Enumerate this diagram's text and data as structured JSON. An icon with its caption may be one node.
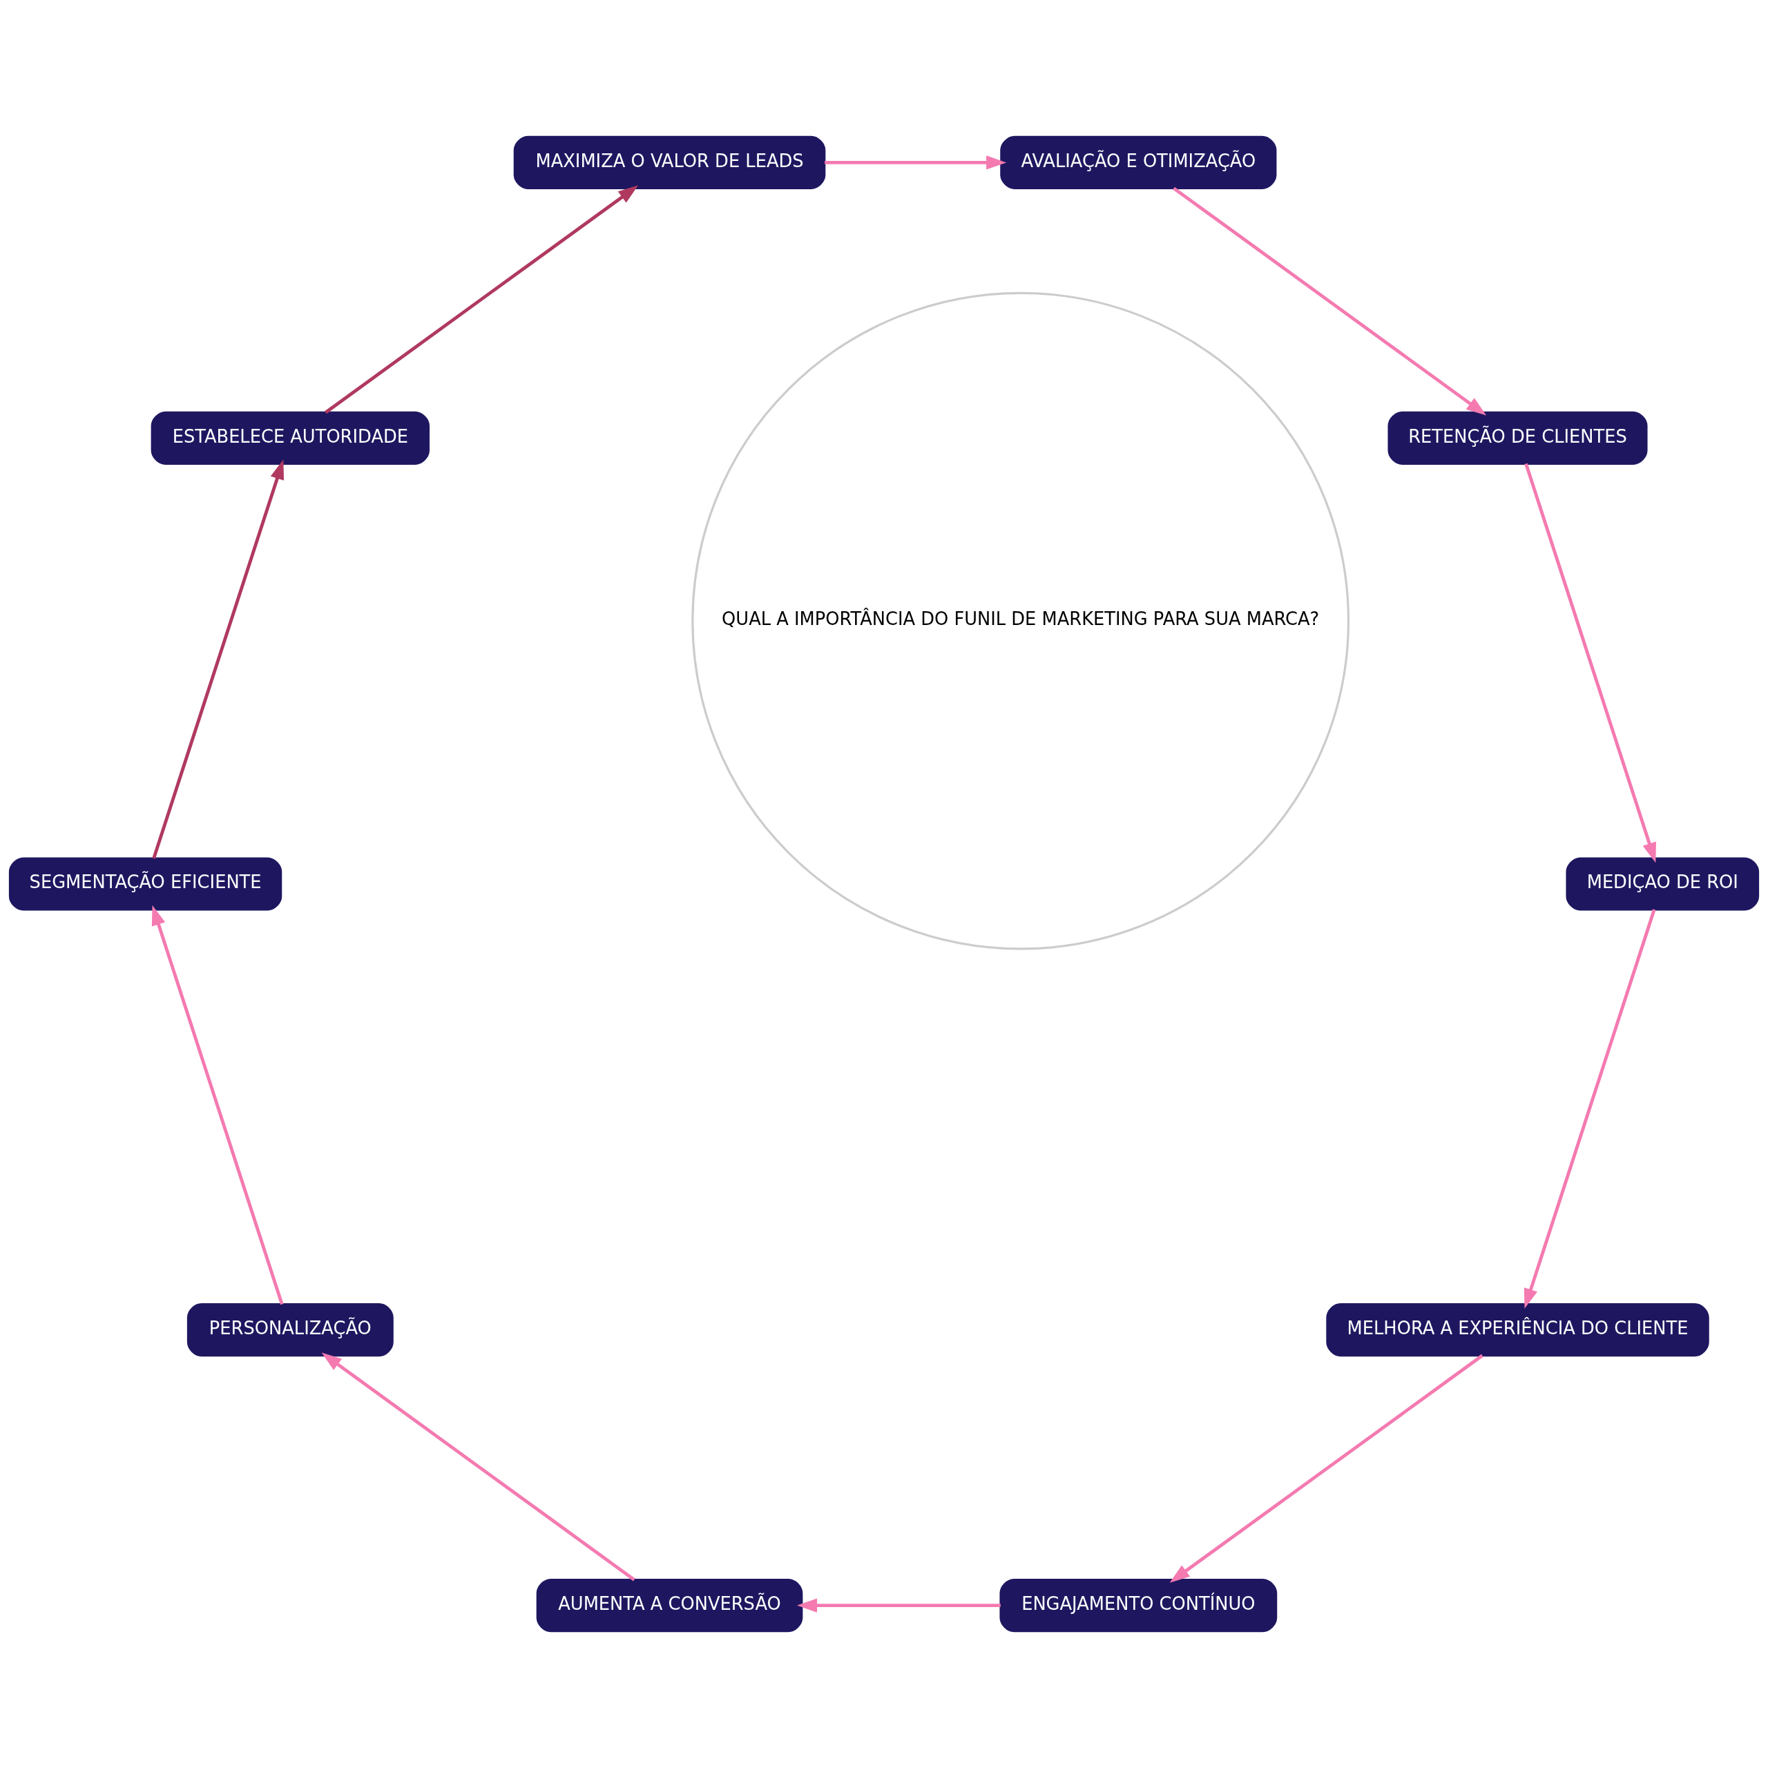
{
  "diagram": {
    "nodes": [
      {
        "text": [
          "QUAL A IMPORTÂNCIA DO FUNIL DE MARKETING PARA SUA MARCA?"
        ]
      },
      {
        "text": [
          "MELHORA A EXPERIÊNCIA DO CLIENTE"
        ]
      },
      {
        "text": [
          "ENGAJAMENTO CONTÍNUO"
        ]
      },
      {
        "text": [
          "AUMENTA A CONVERSÃO"
        ]
      },
      {
        "text": [
          "PERSONALIZAÇÃO"
        ]
      },
      {
        "text": [
          "SEGMENTAÇÃO EFICIENTE"
        ]
      },
      {
        "text": [
          "ESTABELECE AUTORIDADE"
        ]
      },
      {
        "text": [
          "MAXIMIZA O VALOR DE LEADS"
        ]
      },
      {
        "text": [
          "AVALIAÇÃO E OTIMIZAÇÃO"
        ]
      },
      {
        "text": [
          "RETENÇÃO DE CLIENTES"
        ]
      },
      {
        "text": [
          "MEDIÇAO DE ROI"
        ]
      }
    ],
    "edges": [
      {
        "from": 1,
        "to": 2,
        "arrow": "to"
      },
      {
        "from": 2,
        "to": 3,
        "arrow": "to"
      },
      {
        "from": 3,
        "to": 4,
        "arrow": "to"
      },
      {
        "from": 4,
        "to": 5,
        "arrow": "to"
      },
      {
        "from": 5,
        "to": 6,
        "arrow": "to",
        "color": "#b0395f"
      },
      {
        "from": 6,
        "to": 7,
        "arrow": "to",
        "color": "#b0395f"
      },
      {
        "from": 7,
        "to": 8,
        "arrow": "to"
      },
      {
        "from": 8,
        "to": 9,
        "arrow": "to"
      },
      {
        "from": 9,
        "to": 10,
        "arrow": "to"
      },
      {
        "from": 10,
        "to": 1,
        "arrow": "to"
      }
    ]
  }
}
